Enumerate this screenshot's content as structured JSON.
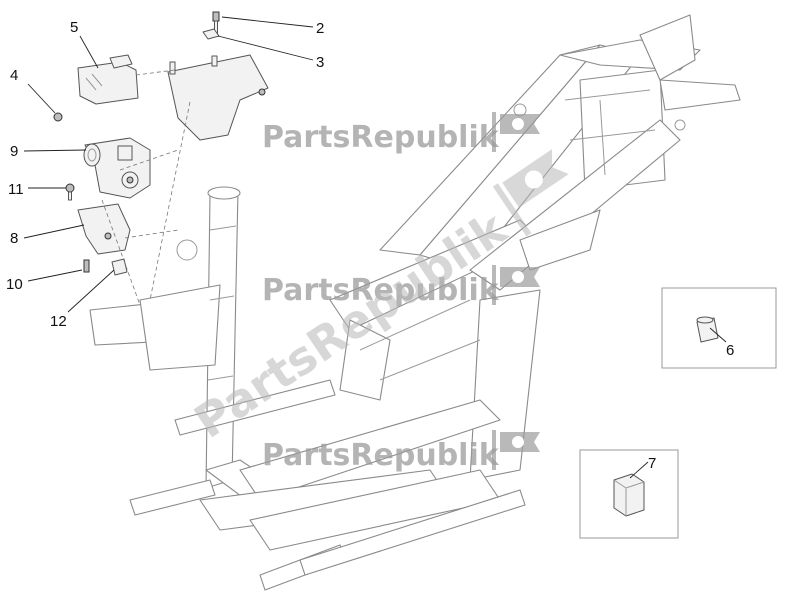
{
  "callouts": [
    "2",
    "3",
    "4",
    "5",
    "6",
    "7",
    "8",
    "9",
    "10",
    "11",
    "12"
  ],
  "watermark": {
    "text": "PartsRepublik",
    "color": "#8c8c8c"
  }
}
